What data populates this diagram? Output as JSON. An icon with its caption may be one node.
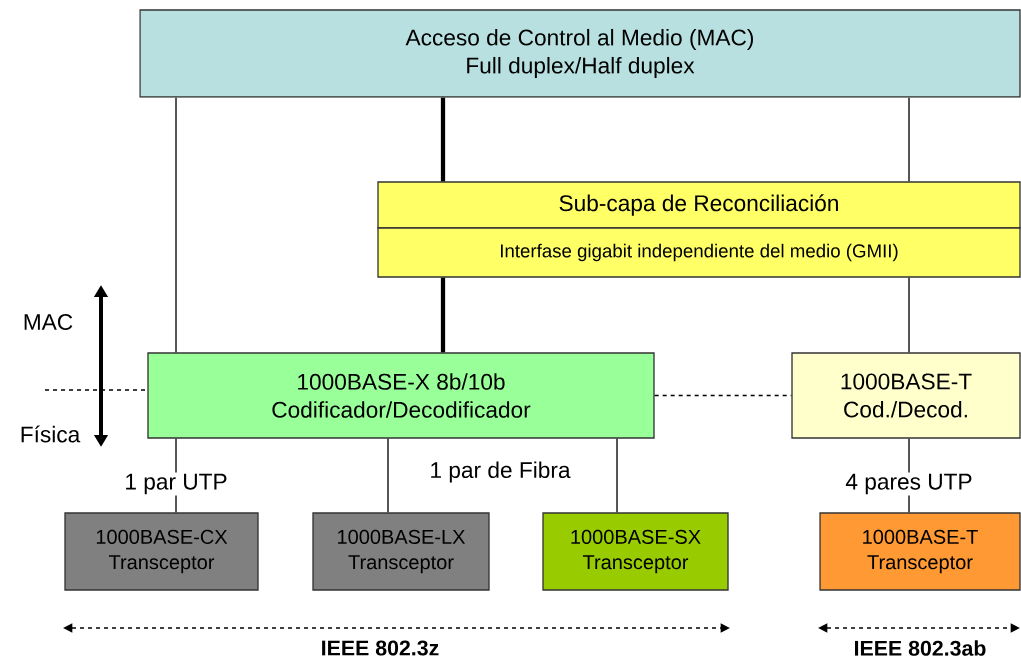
{
  "diagram": {
    "nodes": [
      {
        "text": [
          "Acceso de Control al Medio (MAC)",
          "Full duplex/Half duplex"
        ]
      },
      {
        "text": [
          "Sub-capa de Reconciliación"
        ]
      },
      {
        "text": [
          "Interfase gigabit independiente del medio (GMII)"
        ]
      },
      {
        "text": [
          "1000BASE-X 8b/10b",
          "Codificador/Decodificador"
        ]
      },
      {
        "text": [
          "1000BASE-T",
          "Cod./Decod."
        ]
      },
      {
        "text": [
          "1000BASE-CX",
          "Transceptor"
        ]
      },
      {
        "text": [
          "1000BASE-LX",
          "Transceptor"
        ]
      },
      {
        "text": [
          "1000BASE-SX",
          "Transceptor"
        ]
      },
      {
        "text": [
          "1000BASE-T",
          "Transceptor"
        ]
      }
    ],
    "edges": [
      {
        "from": 0,
        "to": 3,
        "arrow": "none"
      },
      {
        "from": 0,
        "to": 1,
        "arrow": "none",
        "style": "thick"
      },
      {
        "from": 0,
        "to": 1,
        "arrow": "none"
      },
      {
        "from": 2,
        "to": 3,
        "arrow": "none",
        "style": "thick"
      },
      {
        "from": 2,
        "to": 4,
        "arrow": "none"
      },
      {
        "from": 3,
        "to": 4,
        "arrow": "none",
        "style": "dashed"
      },
      {
        "from": 3,
        "to": 5,
        "arrow": "none",
        "label": "1 par UTP"
      },
      {
        "from": 3,
        "to": 6,
        "arrow": "none"
      },
      {
        "from": 3,
        "to": 7,
        "arrow": "none"
      },
      {
        "from": 4,
        "to": 8,
        "arrow": "none",
        "label": "4 pares UTP"
      }
    ],
    "labels": [
      "MAC",
      "Física",
      "1 par de Fibra",
      "IEEE 802.3z",
      "IEEE 802.3ab"
    ]
  }
}
